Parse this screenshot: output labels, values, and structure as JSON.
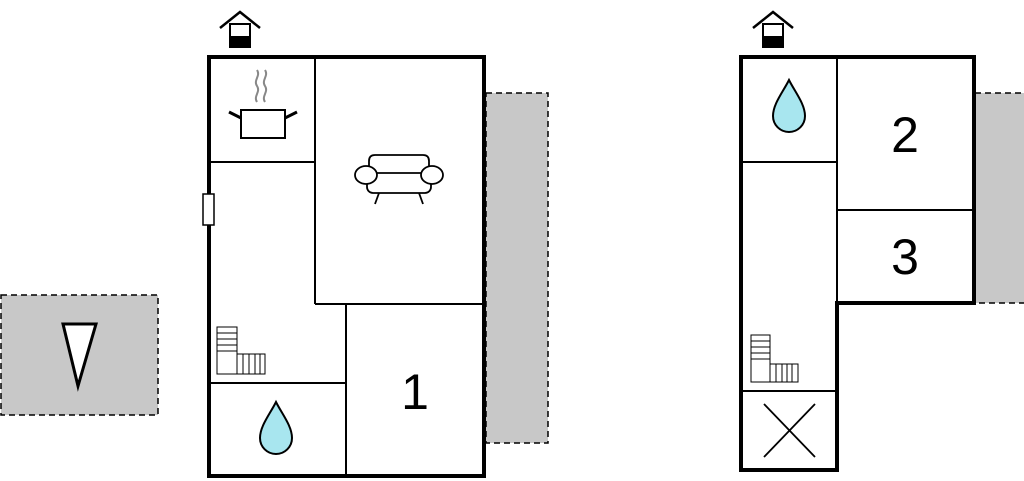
{
  "floor_ground": {
    "rooms": [
      {
        "number": "1"
      }
    ],
    "icons": [
      "entrance-icon",
      "kitchen-pot-icon",
      "sofa-icon",
      "door-icon",
      "stairs-icon",
      "water-drop-icon"
    ]
  },
  "floor_upper": {
    "rooms": [
      {
        "number": "2"
      },
      {
        "number": "3"
      }
    ],
    "icons": [
      "entrance-icon",
      "water-drop-icon",
      "stairs-icon",
      "cross-icon"
    ]
  },
  "compass_icon": "north-arrow-icon",
  "colors": {
    "wall": "#000000",
    "terrace": "#c8c8c8",
    "water": "#a8e6ef"
  }
}
